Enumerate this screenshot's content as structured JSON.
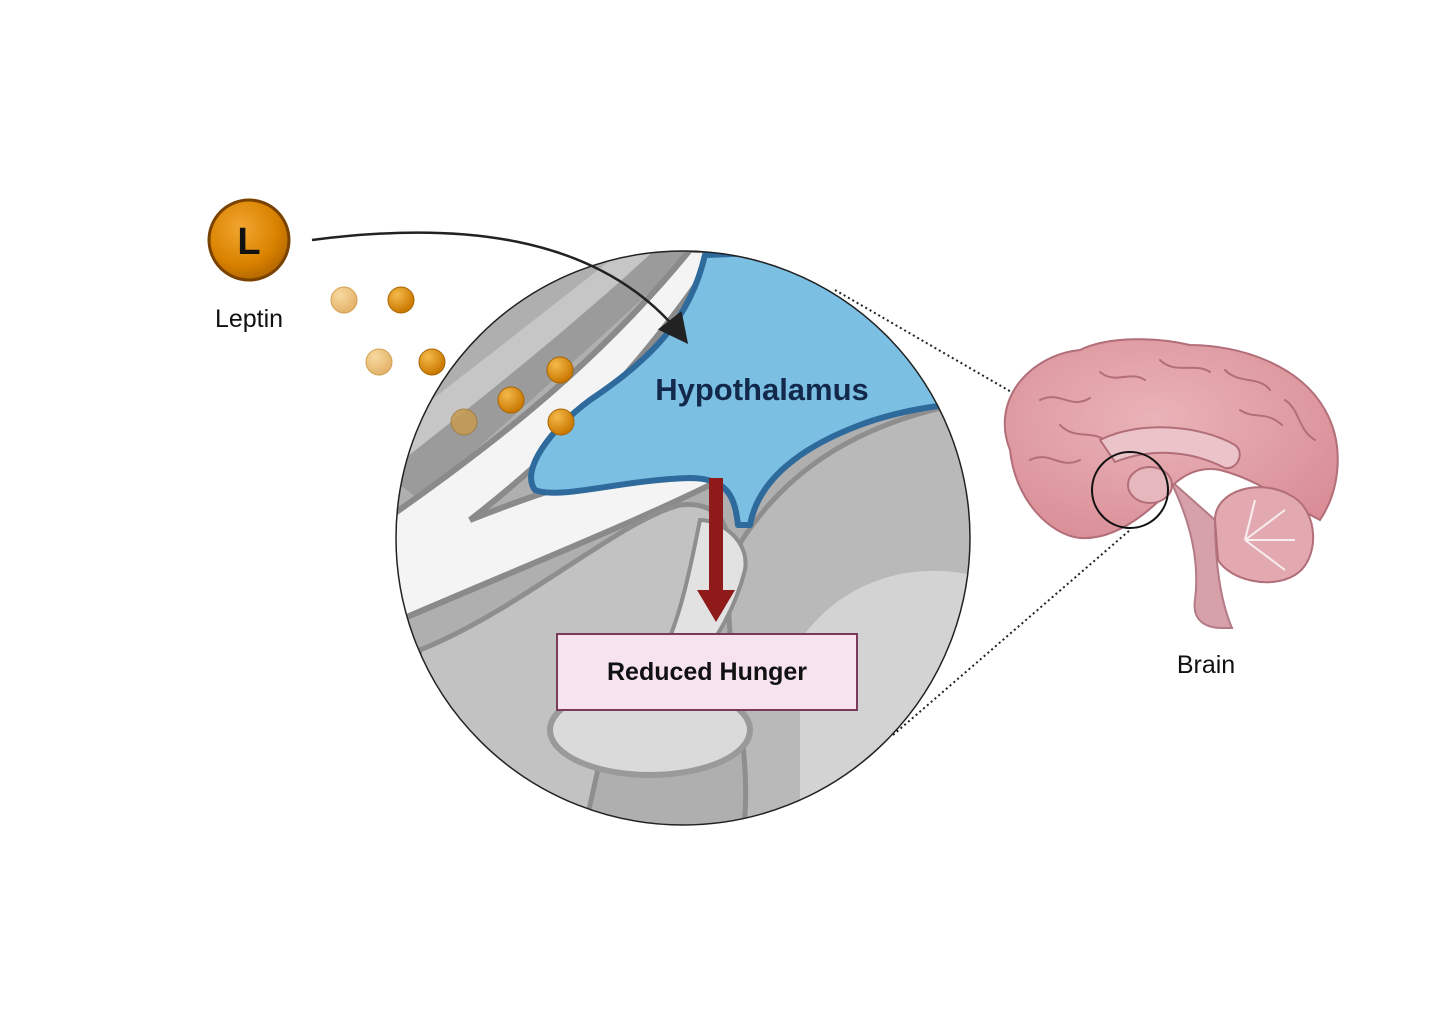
{
  "labels": {
    "leptin_symbol": "L",
    "leptin": "Leptin",
    "hypothalamus": "Hypothalamus",
    "outcome": "Reduced Hunger",
    "brain": "Brain"
  },
  "colors": {
    "leptin_orange": "#E08A00",
    "leptin_light": "#F0C070",
    "hypothalamus_fill": "#7BBFE3",
    "hypothalamus_stroke": "#2E6A9C",
    "hypothalamus_text": "#13294B",
    "arrow_red": "#8E1A1A",
    "outcome_fill": "#F6E3EF",
    "outcome_border": "#7A3A5A",
    "brain_pink": "#E3A3AA",
    "tissue_gray": "#B8B8B8"
  },
  "icons": {
    "leptin_molecule": "leptin-molecule-icon",
    "brain": "brain-icon"
  }
}
